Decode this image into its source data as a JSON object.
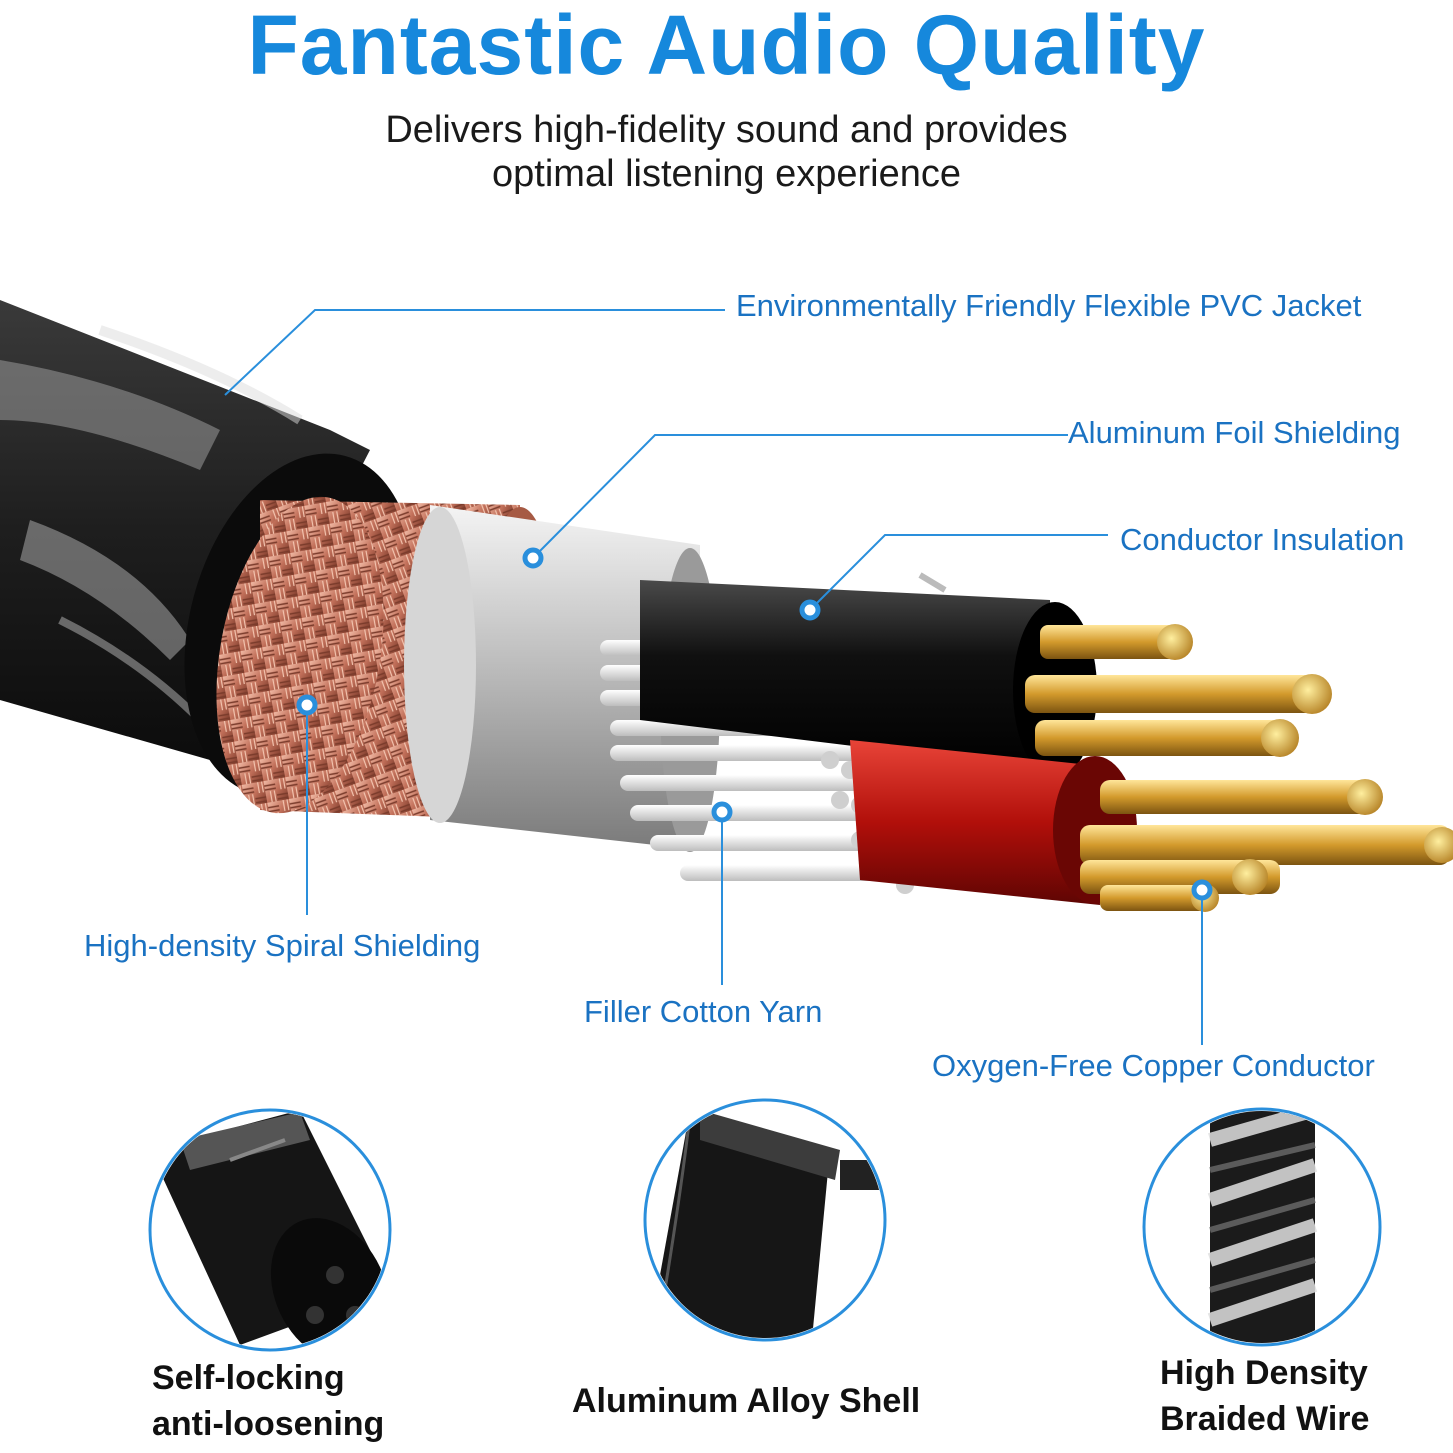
{
  "header": {
    "title": "Fantastic Audio Quality",
    "subtitle_line1": "Delivers high-fidelity sound and provides",
    "subtitle_line2": "optimal listening experience"
  },
  "callouts": {
    "pvc_jacket": "Environmentally Friendly Flexible PVC Jacket",
    "foil_shielding": "Aluminum Foil Shielding",
    "conductor_insulation": "Conductor Insulation",
    "spiral_shielding": "High-density Spiral Shielding",
    "filler_yarn": "Filler Cotton Yarn",
    "copper_conductor": "Oxygen-Free Copper Conductor"
  },
  "features": [
    {
      "line1": "Self-locking",
      "line2": "anti-loosening"
    },
    {
      "line1": "Aluminum Alloy Shell",
      "line2": ""
    },
    {
      "line1": "High Density",
      "line2": "Braided Wire"
    }
  ],
  "colors": {
    "title": "#1688dc",
    "callout_text": "#1a72c2",
    "callout_line": "#2a8fdc",
    "circle_border": "#2a8fdc",
    "copper": "#d49a2e",
    "red_insulation": "#c3140f",
    "black_insulation": "#111111"
  }
}
